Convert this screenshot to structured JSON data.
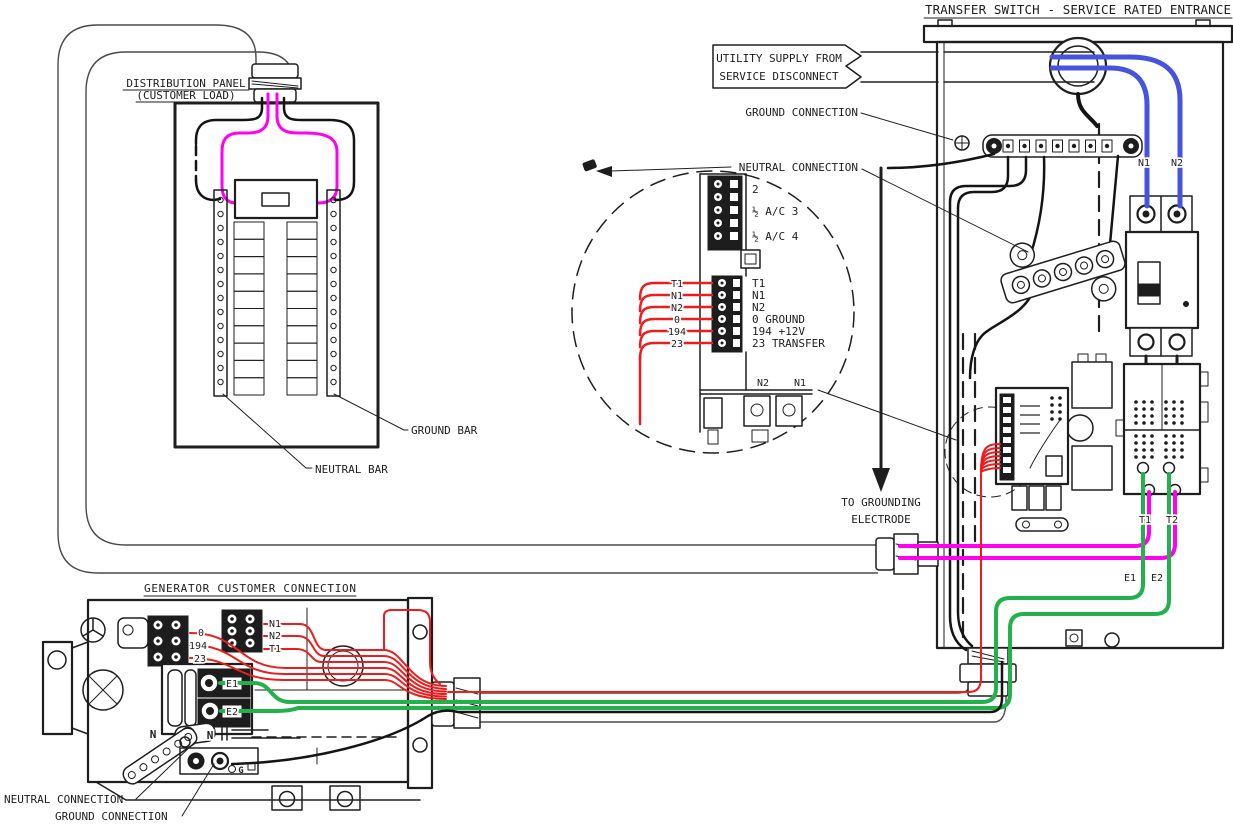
{
  "colors": {
    "wire_red": "#ee1c1c",
    "wire_green": "#23b14b",
    "wire_magenta": "#ff00f0",
    "wire_blue": "#4653dc",
    "line": "#1e1e1e"
  },
  "transfer_switch": {
    "title": "TRANSFER SWITCH - SERVICE RATED ENTRANCE",
    "utility_supply": {
      "line1": "UTILITY SUPPLY FROM",
      "line2": "SERVICE DISCONNECT"
    },
    "ground_connection_label": "GROUND CONNECTION",
    "neutral_connection_label": "NEUTRAL CONNECTION",
    "grounding_electrode_label": {
      "line1": "TO GROUNDING",
      "line2": "ELECTRODE"
    },
    "wire_labels": {
      "n1": "N1",
      "n2": "N2",
      "t1": "T1",
      "t2": "T2",
      "e1": "E1",
      "e2": "E2"
    }
  },
  "terminal_detail": {
    "upper_labels": [
      "2",
      "½ A/C 3",
      "½ A/C 4"
    ],
    "rows": [
      {
        "wire": "T1",
        "terminal": "T1"
      },
      {
        "wire": "N1",
        "terminal": "N1"
      },
      {
        "wire": "N2",
        "terminal": "N2"
      },
      {
        "wire": "0",
        "terminal": "0 GROUND"
      },
      {
        "wire": "194",
        "terminal": "194 +12V"
      },
      {
        "wire": "23",
        "terminal": "23 TRANSFER"
      }
    ],
    "lower_labels": {
      "n2": "N2",
      "n1": "N1"
    }
  },
  "distribution_panel": {
    "title_line1": "DISTRIBUTION PANEL",
    "title_line2": "(CUSTOMER LOAD)",
    "ground_bar_label": "GROUND BAR",
    "neutral_bar_label": "NEUTRAL BAR"
  },
  "generator_connection": {
    "title": "GENERATOR CUSTOMER CONNECTION",
    "control_terminals": [
      "0",
      "194",
      "23"
    ],
    "load_terminals": [
      "N1",
      "N2",
      "T1"
    ],
    "power_terminals": [
      "E1",
      "E2"
    ],
    "neutral_labels": [
      "N",
      "N"
    ],
    "ground_label": "G",
    "neutral_connection_label": "NEUTRAL CONNECTION",
    "ground_connection_label": "GROUND CONNECTION"
  }
}
